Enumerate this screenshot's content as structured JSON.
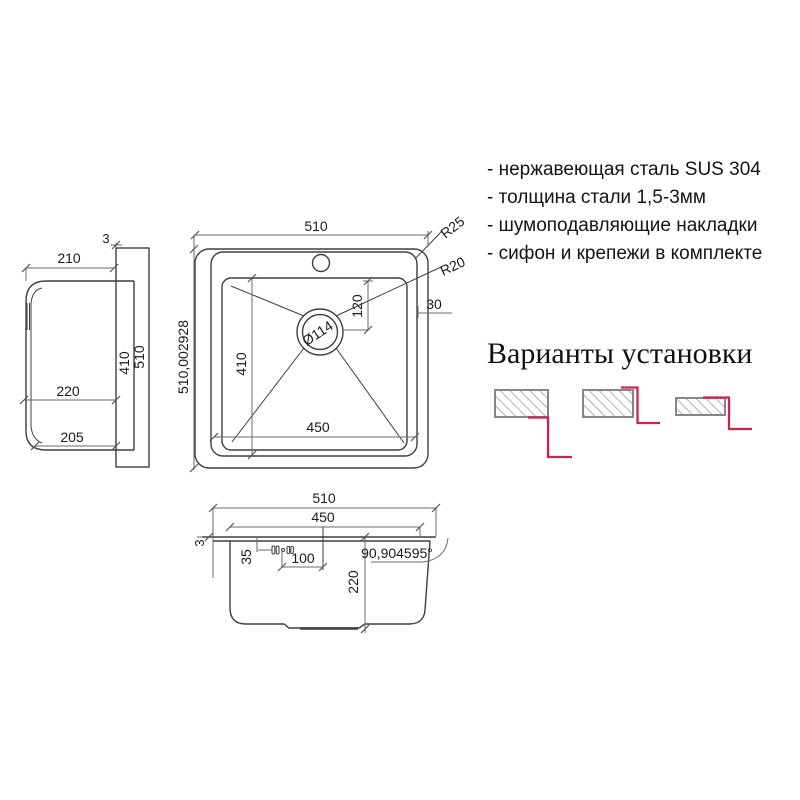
{
  "specs": {
    "items": [
      "- нержавеющая сталь SUS 304",
      "- толщина стали 1,5-3мм",
      "- шумоподавляющие накладки",
      "- сифон и крепежи в комплекте"
    ]
  },
  "installation": {
    "title": "Варианты установки"
  },
  "top_view": {
    "labels": {
      "overall_width": "510",
      "overall_height": "510,002928",
      "bowl_height": "410",
      "bowl_width": "450",
      "drain_offset": "120",
      "rim_width": "30",
      "drain_diameter": "Ø114",
      "corner_radius_outer": "R25",
      "corner_radius_inner": "R20"
    }
  },
  "side_view": {
    "labels": {
      "lip": "3",
      "top_depth": "210",
      "mid_depth": "220",
      "bottom_depth": "205",
      "bowl_height": "410",
      "overall_height": "510"
    }
  },
  "section_view": {
    "labels": {
      "overall_width": "510",
      "bowl_width": "450",
      "lip": "3",
      "clip_offset": "35",
      "faucet_offset": "100",
      "bowl_depth": "220",
      "wall_angle": "90,904595°"
    }
  },
  "colors": {
    "line": "#3f3f3f",
    "dimension_line": "#6a6a6a",
    "accent_red": "#d0234a",
    "hatch_gray": "#9a9a9a",
    "border_gray": "#868686"
  }
}
